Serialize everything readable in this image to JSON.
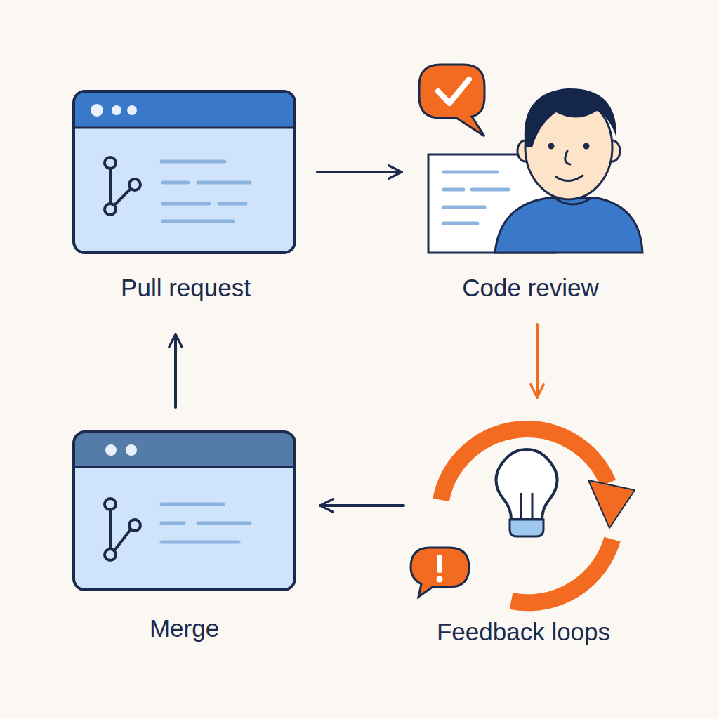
{
  "diagram": {
    "nodes": [
      {
        "text": [
          "Pull request"
        ]
      },
      {
        "text": [
          "Code review"
        ]
      },
      {
        "text": [
          "Merge"
        ]
      },
      {
        "text": [
          "Feedback loops"
        ]
      }
    ],
    "edges": [
      {
        "from": 0,
        "to": 1,
        "arrow": "to"
      },
      {
        "from": 1,
        "to": 3,
        "arrow": "to"
      },
      {
        "from": 3,
        "to": 2,
        "arrow": "to"
      },
      {
        "from": 2,
        "to": 0,
        "arrow": "to"
      }
    ]
  }
}
